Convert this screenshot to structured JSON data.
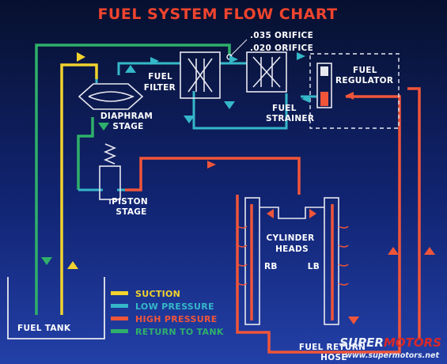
{
  "title": "FUEL SYSTEM FLOW CHART",
  "components": {
    "orifice_035": ".035 ORIFICE",
    "orifice_020": ".020 ORIFICE",
    "fuel_filter": [
      "FUEL",
      "FILTER"
    ],
    "diaphragm_stage": [
      "DIAPHRAM",
      "STAGE"
    ],
    "fuel_strainer": [
      "FUEL",
      "STRAINER"
    ],
    "fuel_regulator": [
      "FUEL",
      "REGULATOR"
    ],
    "piston_stage": [
      "PISTON",
      "STAGE"
    ],
    "cylinder_heads": [
      "CYLINDER",
      "HEADS"
    ],
    "rb": "RB",
    "lb": "LB",
    "fuel_tank": "FUEL TANK",
    "fuel_return_hose": [
      "FUEL RETURN",
      "HOSE"
    ]
  },
  "legend": [
    {
      "label": "SUCTION",
      "color": "#f2d22e"
    },
    {
      "label": "LOW PRESSURE",
      "color": "#35b7c9"
    },
    {
      "label": "HIGH PRESSURE",
      "color": "#f0553a"
    },
    {
      "label": "RETURN TO TANK",
      "color": "#2fb06a"
    }
  ],
  "watermark": {
    "brand_left": "SUPER",
    "brand_right": "MOTORS",
    "url": "www.supermotors.net"
  },
  "colors": {
    "background_top": "#0b1436",
    "background_bottom": "#1e3a9e",
    "title": "#f0442e",
    "outline": "#e8e8f0"
  }
}
